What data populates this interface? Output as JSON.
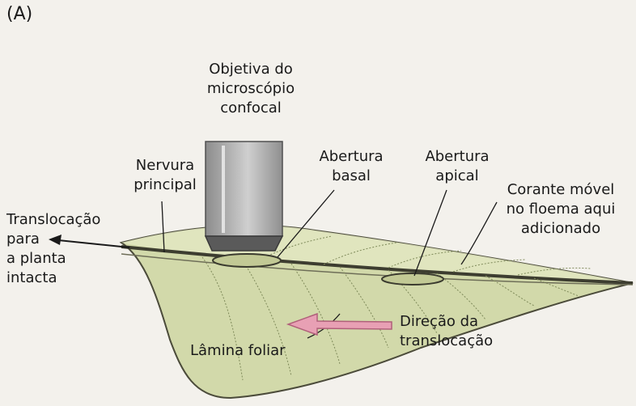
{
  "figure": {
    "panel_label": "(A)",
    "labels": {
      "objective": [
        "Objetiva do",
        "microscópio",
        "confocal"
      ],
      "midrib": [
        "Nervura",
        "principal"
      ],
      "basal_opening": [
        "Abertura",
        "basal"
      ],
      "apical_opening": [
        "Abertura",
        "apical"
      ],
      "dye": [
        "Corante móvel",
        "no floema aqui",
        "adicionado"
      ],
      "translocation": [
        "Translocação",
        "para",
        "a planta",
        "intacta"
      ],
      "direction": [
        "Direção da",
        "translocação"
      ],
      "blade": "Lâmina foliar"
    },
    "colors": {
      "leaf_fill": "#cfd7a6",
      "leaf_edge": "#4b4b3a",
      "arrow_pink": "#e8a0b4",
      "lens_dark": "#5a5a5a"
    }
  }
}
